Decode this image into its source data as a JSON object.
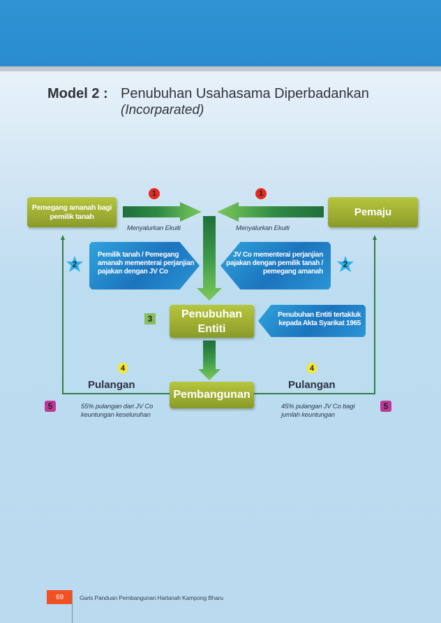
{
  "header": {
    "model_label": "Model 2 :",
    "title": "Penubuhan Usahasama Diperbadankan",
    "subtitle": "(Incorparated)"
  },
  "diagram": {
    "nodes": {
      "landowner_trustee": "Pemegang amanah bagi pemilik tanah",
      "developer": "Pemaju",
      "entity": "Penubuhan Entiti",
      "development": "Pembangunan"
    },
    "steps": {
      "step1_left": "1",
      "step1_right": "1",
      "step2_left": "2",
      "step2_right": "2",
      "step3": "3",
      "step4_left": "4",
      "step4_right": "4",
      "step5_left": "5",
      "step5_right": "5"
    },
    "captions": {
      "equity_left": "Menyalurkan Ekuiti",
      "equity_right": "Menyalurkan Ekuiti",
      "lease_left": "Pemilik tanah / Pemegang amanah mementerai perjanjian pajakan dengan JV Co",
      "lease_right": "JV Co mementerai perjanjian pajakan dengan pemilik tanah / pemegang amanah",
      "entity_note": "Penubuhan Entiti tertakluk kepada Akta Syarikat 1965",
      "returns_left": "Pulangan",
      "returns_right": "Pulangan",
      "share_left": "55% pulangan dari JV Co keuntungan keseluruhan",
      "share_right": "45% pulangan JV Co bagi jumlah keuntungan"
    },
    "colors": {
      "node_olive": "#a3b236",
      "tag_blue": "#1f7bc2",
      "arrow_green": "#2a7a3e",
      "badge_red": "#e32b22",
      "badge_yellow": "#f5e63a",
      "badge_green": "#88bf5a",
      "badge_magenta": "#c0379a",
      "badge_star_cyan": "#2eb1e8"
    }
  },
  "footer": {
    "page_number": "69",
    "book_title": "Garis Panduan Pembangunan Hartanah Kampong Bharu"
  }
}
